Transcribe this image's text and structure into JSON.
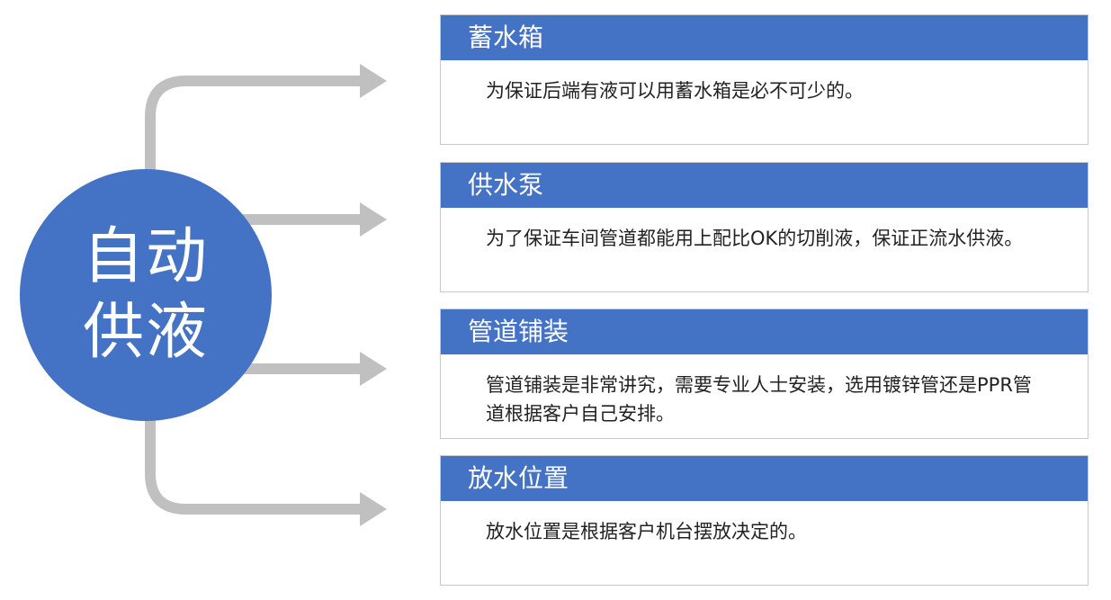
{
  "hub": {
    "line1": "自动",
    "line2": "供液",
    "color": "#4472c4"
  },
  "connector_color": "#c0c0c0",
  "items": [
    {
      "title": "蓄水箱",
      "description": "为保证后端有液可以用蓄水箱是必不可少的。"
    },
    {
      "title": "供水泵",
      "description": "为了保证车间管道都能用上配比OK的切削液，保证正流水供液。"
    },
    {
      "title": "管道铺装",
      "description": "管道铺装是非常讲究，需要专业人士安装，选用镀锌管还是PPR管道根据客户自己安排。"
    },
    {
      "title": "放水位置",
      "description": "放水位置是根据客户机台摆放决定的。"
    }
  ]
}
